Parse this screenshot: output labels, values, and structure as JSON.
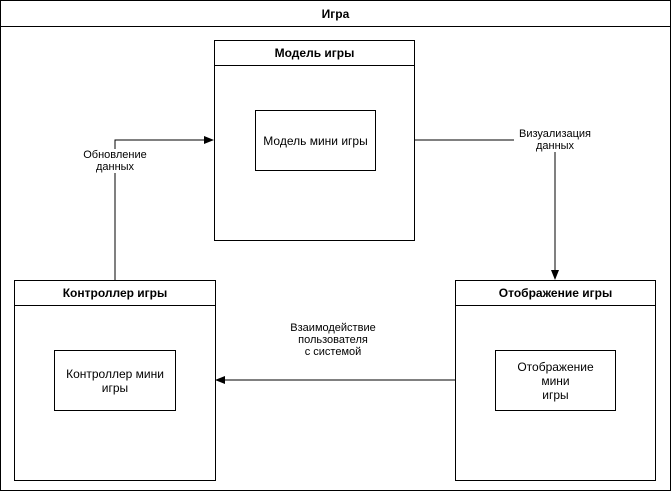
{
  "diagram": {
    "container_title": "Игра",
    "model": {
      "title": "Модель игры",
      "inner": "Модель мини игры"
    },
    "controller": {
      "title": "Контроллер игры",
      "inner": "Контроллер мини\nигры"
    },
    "view": {
      "title": "Отображение игры",
      "inner": "Отображение мини\nигры"
    },
    "edges": {
      "update": "Обновление\nданных",
      "visualize": "Визуализация\nданных",
      "interaction": "Взаимодействие\nпользователя\nс системой"
    },
    "colors": {
      "stroke": "#000000",
      "fill": "#ffffff"
    }
  }
}
